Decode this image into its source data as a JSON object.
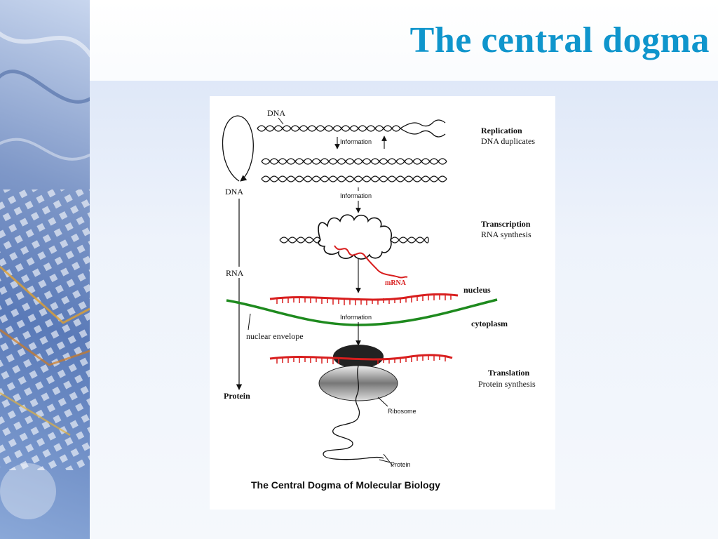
{
  "slide": {
    "title": "The central dogma"
  },
  "diagram": {
    "left_column": {
      "dna": "DNA",
      "rna": "RNA",
      "protein": "Protein"
    },
    "replication": {
      "dna_label": "DNA",
      "information": "Information",
      "stage_title": "Replication",
      "stage_subtitle": "DNA duplicates"
    },
    "transcription": {
      "information": "Information",
      "stage_title": "Transcription",
      "stage_subtitle": "RNA synthesis",
      "mrna": "mRNA"
    },
    "compartments": {
      "nucleus": "nucleus",
      "cytoplasm": "cytoplasm",
      "information": "Information",
      "nuclear_envelope": "nuclear envelope"
    },
    "translation": {
      "stage_title": "Translation",
      "stage_subtitle": "Protein synthesis",
      "ribosome": "Ribosome",
      "protein": "Protein"
    },
    "caption": "The Central Dogma of Molecular Biology"
  },
  "colors": {
    "title": "#0f95cc",
    "mrna": "#d81e1e",
    "envelope": "#1e8a1e"
  }
}
